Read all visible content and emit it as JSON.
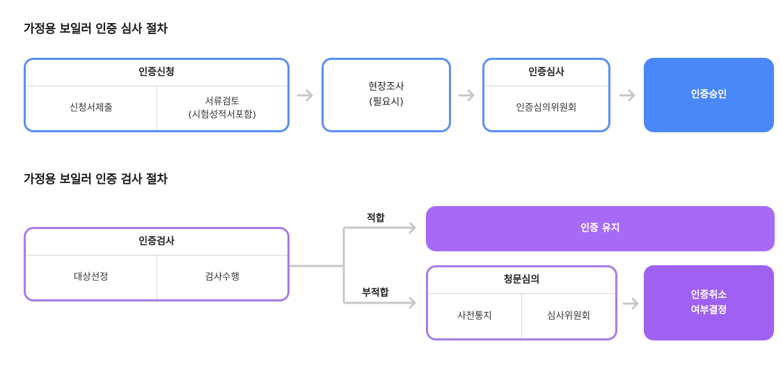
{
  "colors": {
    "blue_border": "#5b8ef5",
    "blue_fill": "#4a88f7",
    "purple_border": "#a77be8",
    "purple_fill": "#a66af6",
    "purple_fill_dark": "#9f61f1",
    "arrow": "#c7c7c7"
  },
  "certification": {
    "title": "가정용 보일러 인증 심사 절차",
    "application": {
      "title": "인증신청",
      "items": [
        "신청서제출",
        "서류검토\n(시험성적서포함)"
      ]
    },
    "site_survey": {
      "label": "현장조사\n(필요시)"
    },
    "review": {
      "title": "인증심사",
      "items": [
        "인증심의위원회"
      ]
    },
    "approval": {
      "label": "인증승인"
    }
  },
  "inspection": {
    "title": "가정용 보일러 인증 검사 절차",
    "inspection_box": {
      "title": "인증검사",
      "items": [
        "대상선정",
        "검사수행"
      ]
    },
    "branch_pass": "적합",
    "branch_fail": "부적합",
    "maintain": {
      "label": "인증 유지"
    },
    "hearing": {
      "title": "청문심의",
      "items": [
        "사전통지",
        "심사위원회"
      ]
    },
    "cancel": {
      "label": "인증취소\n여부결정"
    }
  }
}
